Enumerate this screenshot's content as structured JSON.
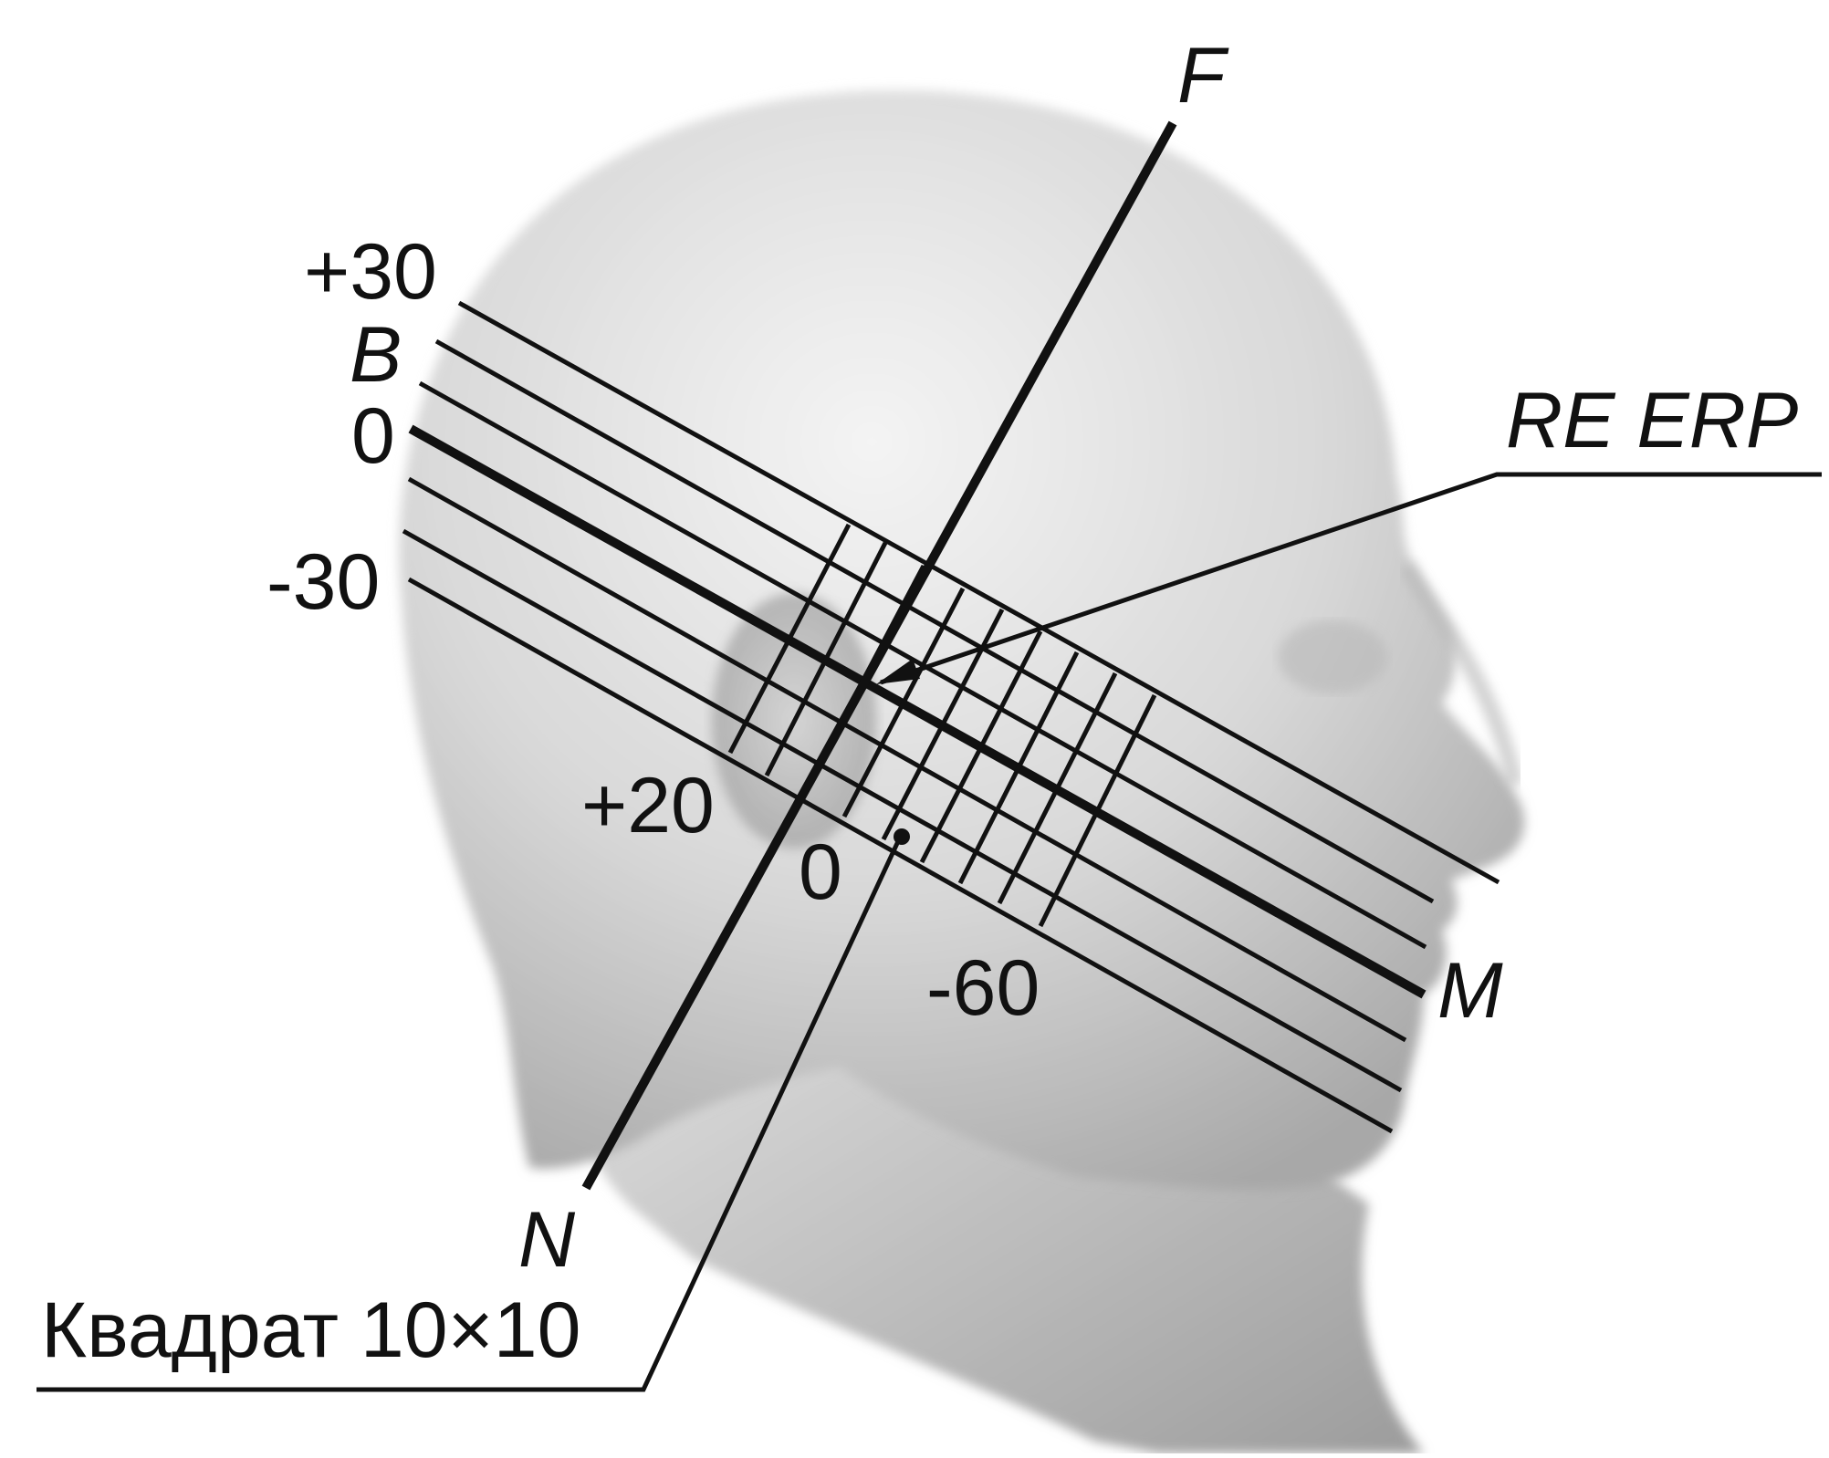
{
  "diagram": {
    "labels": {
      "top_axis_end": "F",
      "bottom_axis_end": "N",
      "band_end": "M",
      "plane_label": "RE ERP",
      "square_label": "Квадрат 10×10",
      "left_plus30": "+30",
      "left_B": "B",
      "left_0": "0",
      "left_minus30": "-30",
      "bottom_plus20": "+20",
      "bottom_0": "0",
      "bottom_minus60": "-60"
    },
    "colors": {
      "lines": "#111111",
      "head_light": "#f2f2f2",
      "head_mid": "#cfcfcf",
      "head_dark": "#9a9a9a",
      "background": "#ffffff"
    }
  }
}
